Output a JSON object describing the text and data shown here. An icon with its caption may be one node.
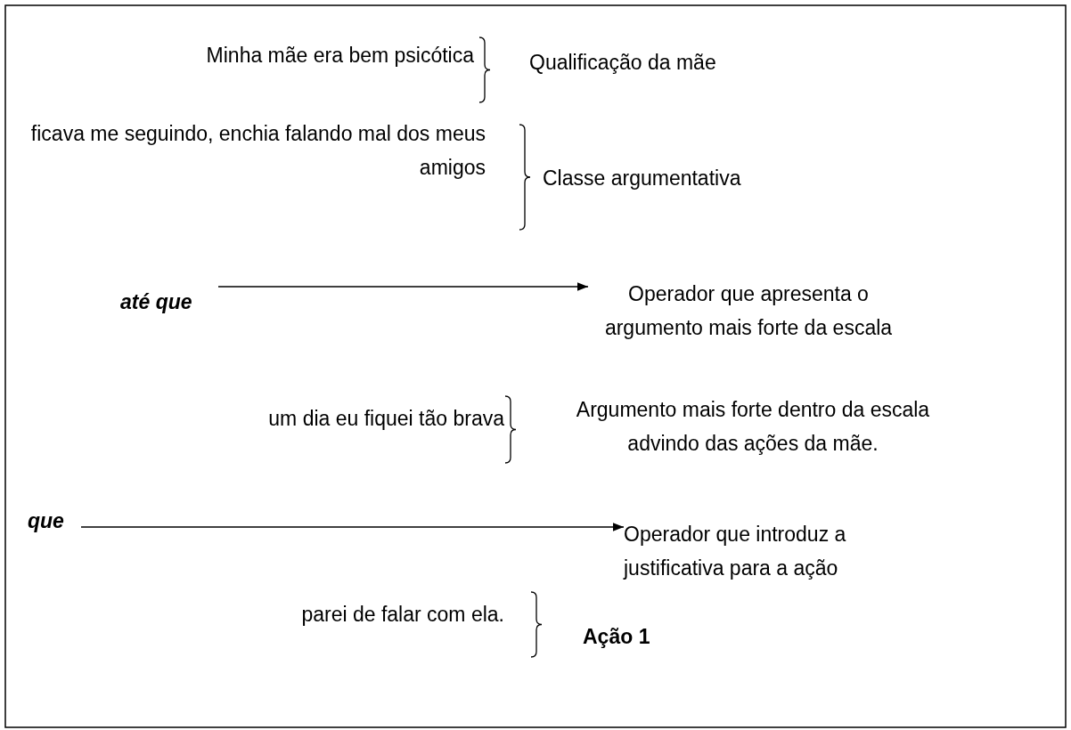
{
  "diagram": {
    "nodes": [
      {
        "text": [
          "até que"
        ]
      },
      {
        "text": [
          "Operador que apresenta o argumento mais forte da escala"
        ]
      },
      {
        "text": [
          "que"
        ]
      },
      {
        "text": [
          "Operador que introduz a justificativa para a ação"
        ]
      }
    ],
    "edges": [
      {
        "from": 0,
        "to": 1,
        "arrow": "to"
      },
      {
        "from": 2,
        "to": 3,
        "arrow": "to"
      }
    ],
    "labels": [
      "Minha mãe era bem psicótica",
      "Qualificação da mãe",
      "ficava me seguindo, enchia falando mal dos meus amigos",
      "Classe argumentativa",
      "um dia eu fiquei tão brava",
      "Argumento mais forte dentro da escala advindo das ações da mãe.",
      "parei de falar com ela.",
      "Ação 1"
    ]
  }
}
